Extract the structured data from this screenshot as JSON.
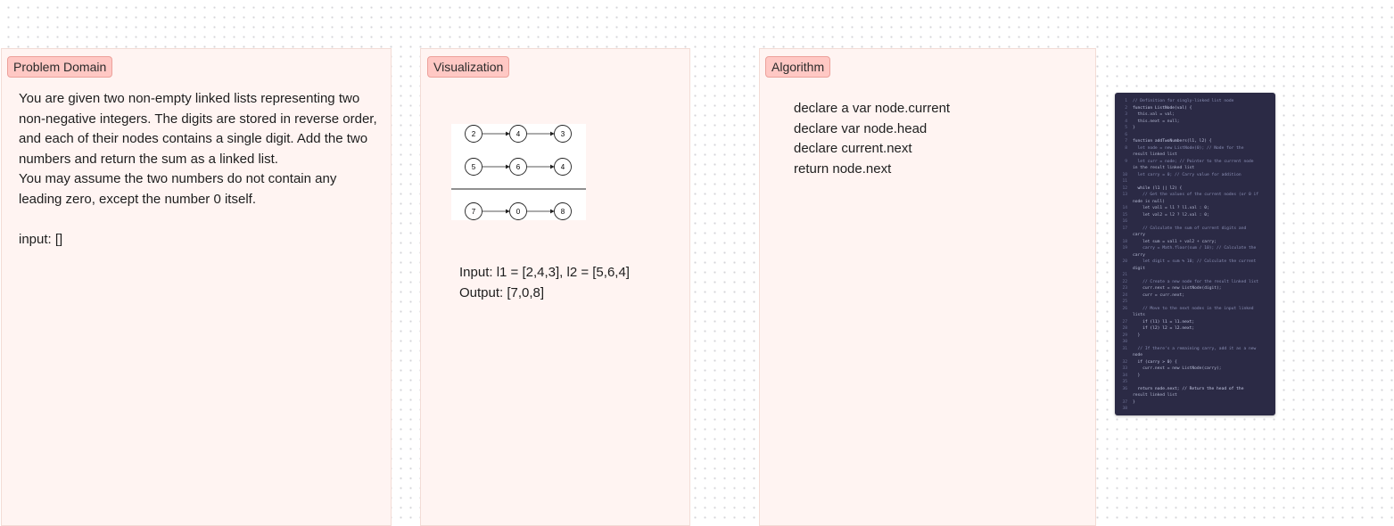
{
  "panels": {
    "problem": {
      "tag": "Problem Domain",
      "lines": [
        "You are given two non-empty linked lists representing two",
        "non-negative integers. The digits are stored in reverse order,",
        "and each of their nodes contains a single digit. Add the two",
        "numbers and return the sum as a linked list.",
        "You may assume the two numbers do not contain any",
        "leading zero, except the number 0 itself.",
        "",
        "input: []"
      ]
    },
    "visualization": {
      "tag": "Visualization",
      "list1": [
        "2",
        "4",
        "3"
      ],
      "list2": [
        "5",
        "6",
        "4"
      ],
      "result": [
        "7",
        "0",
        "8"
      ],
      "input_text": "Input: l1 = [2,4,3], l2 = [5,6,4]",
      "output_text": "Output: [7,0,8]"
    },
    "algorithm": {
      "tag": "Algorithm",
      "steps": [
        "declare a var node.current",
        "declare var node.head",
        "declare current.next",
        "return node.next"
      ]
    }
  },
  "code_image": {
    "lines": [
      [
        "1",
        "// Definition for singly-linked list node"
      ],
      [
        "2",
        "function ListNode(val) {"
      ],
      [
        "3",
        "  this.val = val;"
      ],
      [
        "4",
        "  this.next = null;"
      ],
      [
        "5",
        "}"
      ],
      [
        "6",
        ""
      ],
      [
        "7",
        "function addTwoNumbers(l1, l2) {"
      ],
      [
        "8",
        "  let node = new ListNode(0); // Node for the"
      ],
      [
        "",
        "result linked list"
      ],
      [
        "9",
        "  let curr = node; // Pointer to the current node"
      ],
      [
        "",
        "in the result linked list"
      ],
      [
        "10",
        "  let carry = 0; // Carry value for addition"
      ],
      [
        "11",
        ""
      ],
      [
        "12",
        "  while (l1 || l2) {"
      ],
      [
        "13",
        "    // Get the values of the current nodes (or 0 if"
      ],
      [
        "",
        "node is null)"
      ],
      [
        "14",
        "    let val1 = l1 ? l1.val : 0;"
      ],
      [
        "15",
        "    let val2 = l2 ? l2.val : 0;"
      ],
      [
        "16",
        ""
      ],
      [
        "17",
        "    // Calculate the sum of current digits and"
      ],
      [
        "",
        "carry"
      ],
      [
        "18",
        "    let sum = val1 + val2 + carry;"
      ],
      [
        "19",
        "    carry = Math.floor(sum / 10); // Calculate the"
      ],
      [
        "",
        "carry"
      ],
      [
        "20",
        "    let digit = sum % 10; // Calculate the current"
      ],
      [
        "",
        "digit"
      ],
      [
        "21",
        ""
      ],
      [
        "22",
        "    // Create a new node for the result linked list"
      ],
      [
        "23",
        "    curr.next = new ListNode(digit);"
      ],
      [
        "24",
        "    curr = curr.next;"
      ],
      [
        "25",
        ""
      ],
      [
        "26",
        "    // Move to the next nodes in the input linked"
      ],
      [
        "",
        "lists"
      ],
      [
        "27",
        "    if (l1) l1 = l1.next;"
      ],
      [
        "28",
        "    if (l2) l2 = l2.next;"
      ],
      [
        "29",
        "  }"
      ],
      [
        "30",
        ""
      ],
      [
        "31",
        "  // If there's a remaining carry, add it as a new"
      ],
      [
        "",
        "node"
      ],
      [
        "32",
        "  if (carry > 0) {"
      ],
      [
        "33",
        "    curr.next = new ListNode(carry);"
      ],
      [
        "34",
        "  }"
      ],
      [
        "35",
        ""
      ],
      [
        "36",
        "  return node.next; // Return the head of the"
      ],
      [
        "",
        "result linked list"
      ],
      [
        "37",
        "}"
      ],
      [
        "38",
        ""
      ]
    ]
  }
}
